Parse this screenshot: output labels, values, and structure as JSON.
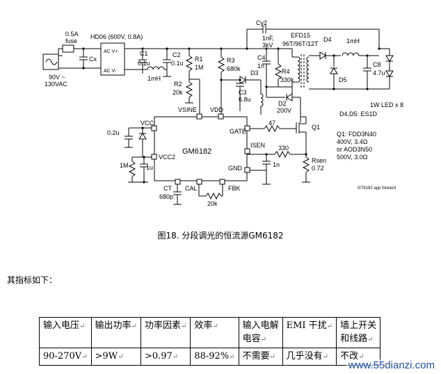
{
  "schematic": {
    "fuse": "0.5A",
    "fuse_word": "fuse",
    "bridge": "HD06 (600V, 0.8A)",
    "ac_plus": "AC  V+",
    "ac_minus": "AC  V-",
    "input_range": "90V ~",
    "input_range2": "130VAC",
    "cx": "Cx",
    "c1": "C1",
    "c1_val": "0.1u",
    "l1_val": "1mH",
    "c2": "C2",
    "c2_val": "0.1u",
    "r1": "R1",
    "r1_val": "1M",
    "r2": "R2",
    "r2_val": "20k",
    "r3": "R3",
    "r3_val": "680k",
    "cy2": "Cy2",
    "cy2_val": "1nF,",
    "cy2_val2": "3kV",
    "c4": "C4",
    "c4_val": "1n",
    "d3": "D3",
    "c3": "C3",
    "c3_val": "6.8u",
    "r4": "R4",
    "r4_val": "330k",
    "xfmr": "EFD15",
    "xfmr_turns": "96T/96T/12T",
    "d4": "D4",
    "d5": "D5",
    "l2_val": "1mH",
    "c8": "C8",
    "c8_val": "4.7u",
    "led": "1W LED x 8",
    "d4d5": "D4,D5: ES1D",
    "d2": "D2",
    "d2_val": "200V",
    "q1": "Q1",
    "q1_note1": "Q1: FDD3N40",
    "q1_note2": "400V, 3.4Ω",
    "q1_note3": "or AOD3N50",
    "q1_note4": "500V, 3.0Ω",
    "r_gate": "47",
    "r_isen": "330",
    "c_isen": "1n",
    "rsen": "Rsen",
    "rsen_val": "0.72",
    "chip": "GM6182",
    "pin_vsine": "VSINE",
    "pin_vdd": "VDD",
    "pin_vcc": "VCC",
    "pin_vcc2": "VCC2",
    "pin_gate": "GATE",
    "pin_isen": "ISEN",
    "pin_gnd": "GND",
    "pin_ct": "CT",
    "pin_cal": "CAL",
    "pin_fbk": "FBK",
    "c_vcc": "0.2u",
    "r_vcc2": "1M",
    "c_vcc2": "1u",
    "ct_val": "680p",
    "r_cal": "20k",
    "ref": "GT6182 app forward"
  },
  "caption": "图18. 分段调光的恒流源GM6182",
  "intro": "其指标如下：",
  "table": {
    "headers": [
      "输入电压",
      "输出功率",
      "功率因素",
      "效率",
      "输入电解\n电容",
      "EMI 干扰",
      "墙上开关\n和线路"
    ],
    "values": [
      "90-270V",
      ">9W",
      ">0.97",
      "88-92%",
      "不需要",
      "几乎没有",
      "不改"
    ]
  },
  "watermark": "www.55dianzi.com"
}
